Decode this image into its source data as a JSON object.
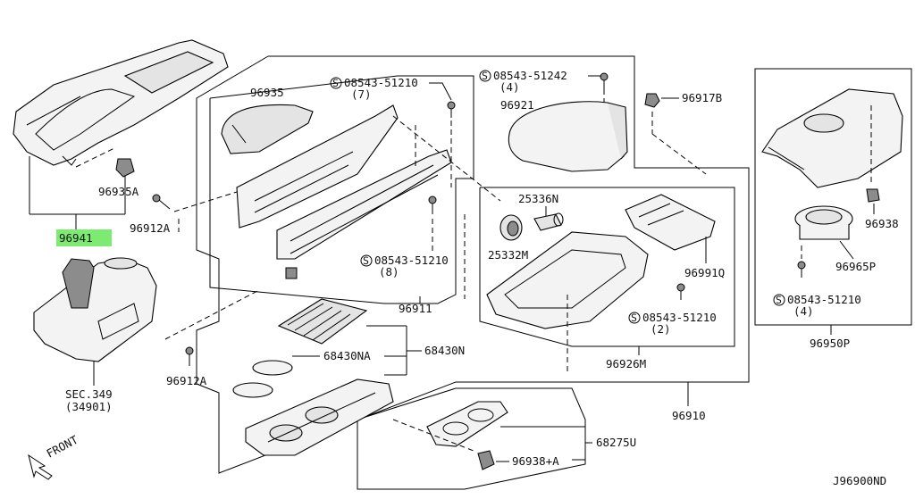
{
  "diagram": {
    "code": "J96900ND",
    "front_label": "FRONT",
    "highlight_color": "#7dea72",
    "labels": {
      "p96941": "96941",
      "p96935A": "96935A",
      "p96912A_top": "96912A",
      "p96912A_bottom": "96912A",
      "sec349": "SEC.349",
      "sec349_sub": "(34901)",
      "p96935": "96935",
      "bolt7": "08543-51210",
      "bolt7_qty": "(7)",
      "bolt8": "08543-51210",
      "bolt8_qty": "(8)",
      "p96911": "96911",
      "bolt4a": "08543-51242",
      "bolt4a_qty": "(4)",
      "p96921": "96921",
      "p96917B": "96917B",
      "p25336N": "25336N",
      "p25332M": "25332M",
      "p96991Q": "96991Q",
      "bolt2": "08543-51210",
      "bolt2_qty": "(2)",
      "p96926M": "96926M",
      "p96910": "96910",
      "p68430NA": "68430NA",
      "p68430N": "68430N",
      "p68275U": "68275U",
      "p96938A": "96938+A",
      "p96938": "96938",
      "p96965P": "96965P",
      "bolt4b": "08543-51210",
      "bolt4b_qty": "(4)",
      "p96950P": "96950P"
    },
    "bolt_symbol": "S"
  }
}
